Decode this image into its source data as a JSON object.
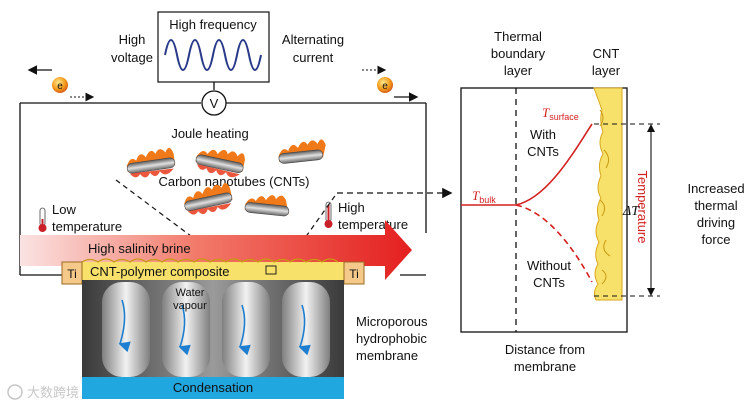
{
  "source": {
    "box_title": "High frequency",
    "left_label_line1": "High",
    "left_label_line2": "voltage",
    "right_label_line1": "Alternating",
    "right_label_line2": "current",
    "meter": "V",
    "electron": "e"
  },
  "labels": {
    "joule": "Joule heating",
    "cnts": "Carbon nanotubes (CNTs)",
    "low_temp_line1": "Low",
    "low_temp_line2": "temperature",
    "high_temp_line1": "High",
    "high_temp_line2": "temperature",
    "brine": "High salinity brine",
    "composite": "CNT-polymer composite",
    "electrode_left": "Ti",
    "electrode_right": "Ti",
    "vapour_line1": "Water",
    "vapour_line2": "vapour",
    "condensation": "Condensation",
    "membrane_line1": "Microporous",
    "membrane_line2": "hydrophobic",
    "membrane_line3": "membrane"
  },
  "graph": {
    "boundary_line1": "Thermal",
    "boundary_line2": "boundary",
    "boundary_line3": "layer",
    "cnt_layer_line1": "CNT",
    "cnt_layer_line2": "layer",
    "t_surface_main": "T",
    "t_surface_sub": "surface",
    "t_bulk_main": "T",
    "t_bulk_sub": "bulk",
    "with_line1": "With",
    "with_line2": "CNTs",
    "without_line1": "Without",
    "without_line2": "CNTs",
    "y_axis": "Temperature",
    "delta_t": "ΔT",
    "x_axis_line1": "Distance from",
    "x_axis_line2": "membrane",
    "force_line1": "Increased",
    "force_line2": "thermal",
    "force_line3": "driving",
    "force_line4": "force"
  },
  "watermark": "大数跨境",
  "colors": {
    "red": "#d42020",
    "yellow": "#f7e16a",
    "orange_box": "#f5c98a",
    "blue": "#20a7e0",
    "wave": "#2a3a8a"
  }
}
